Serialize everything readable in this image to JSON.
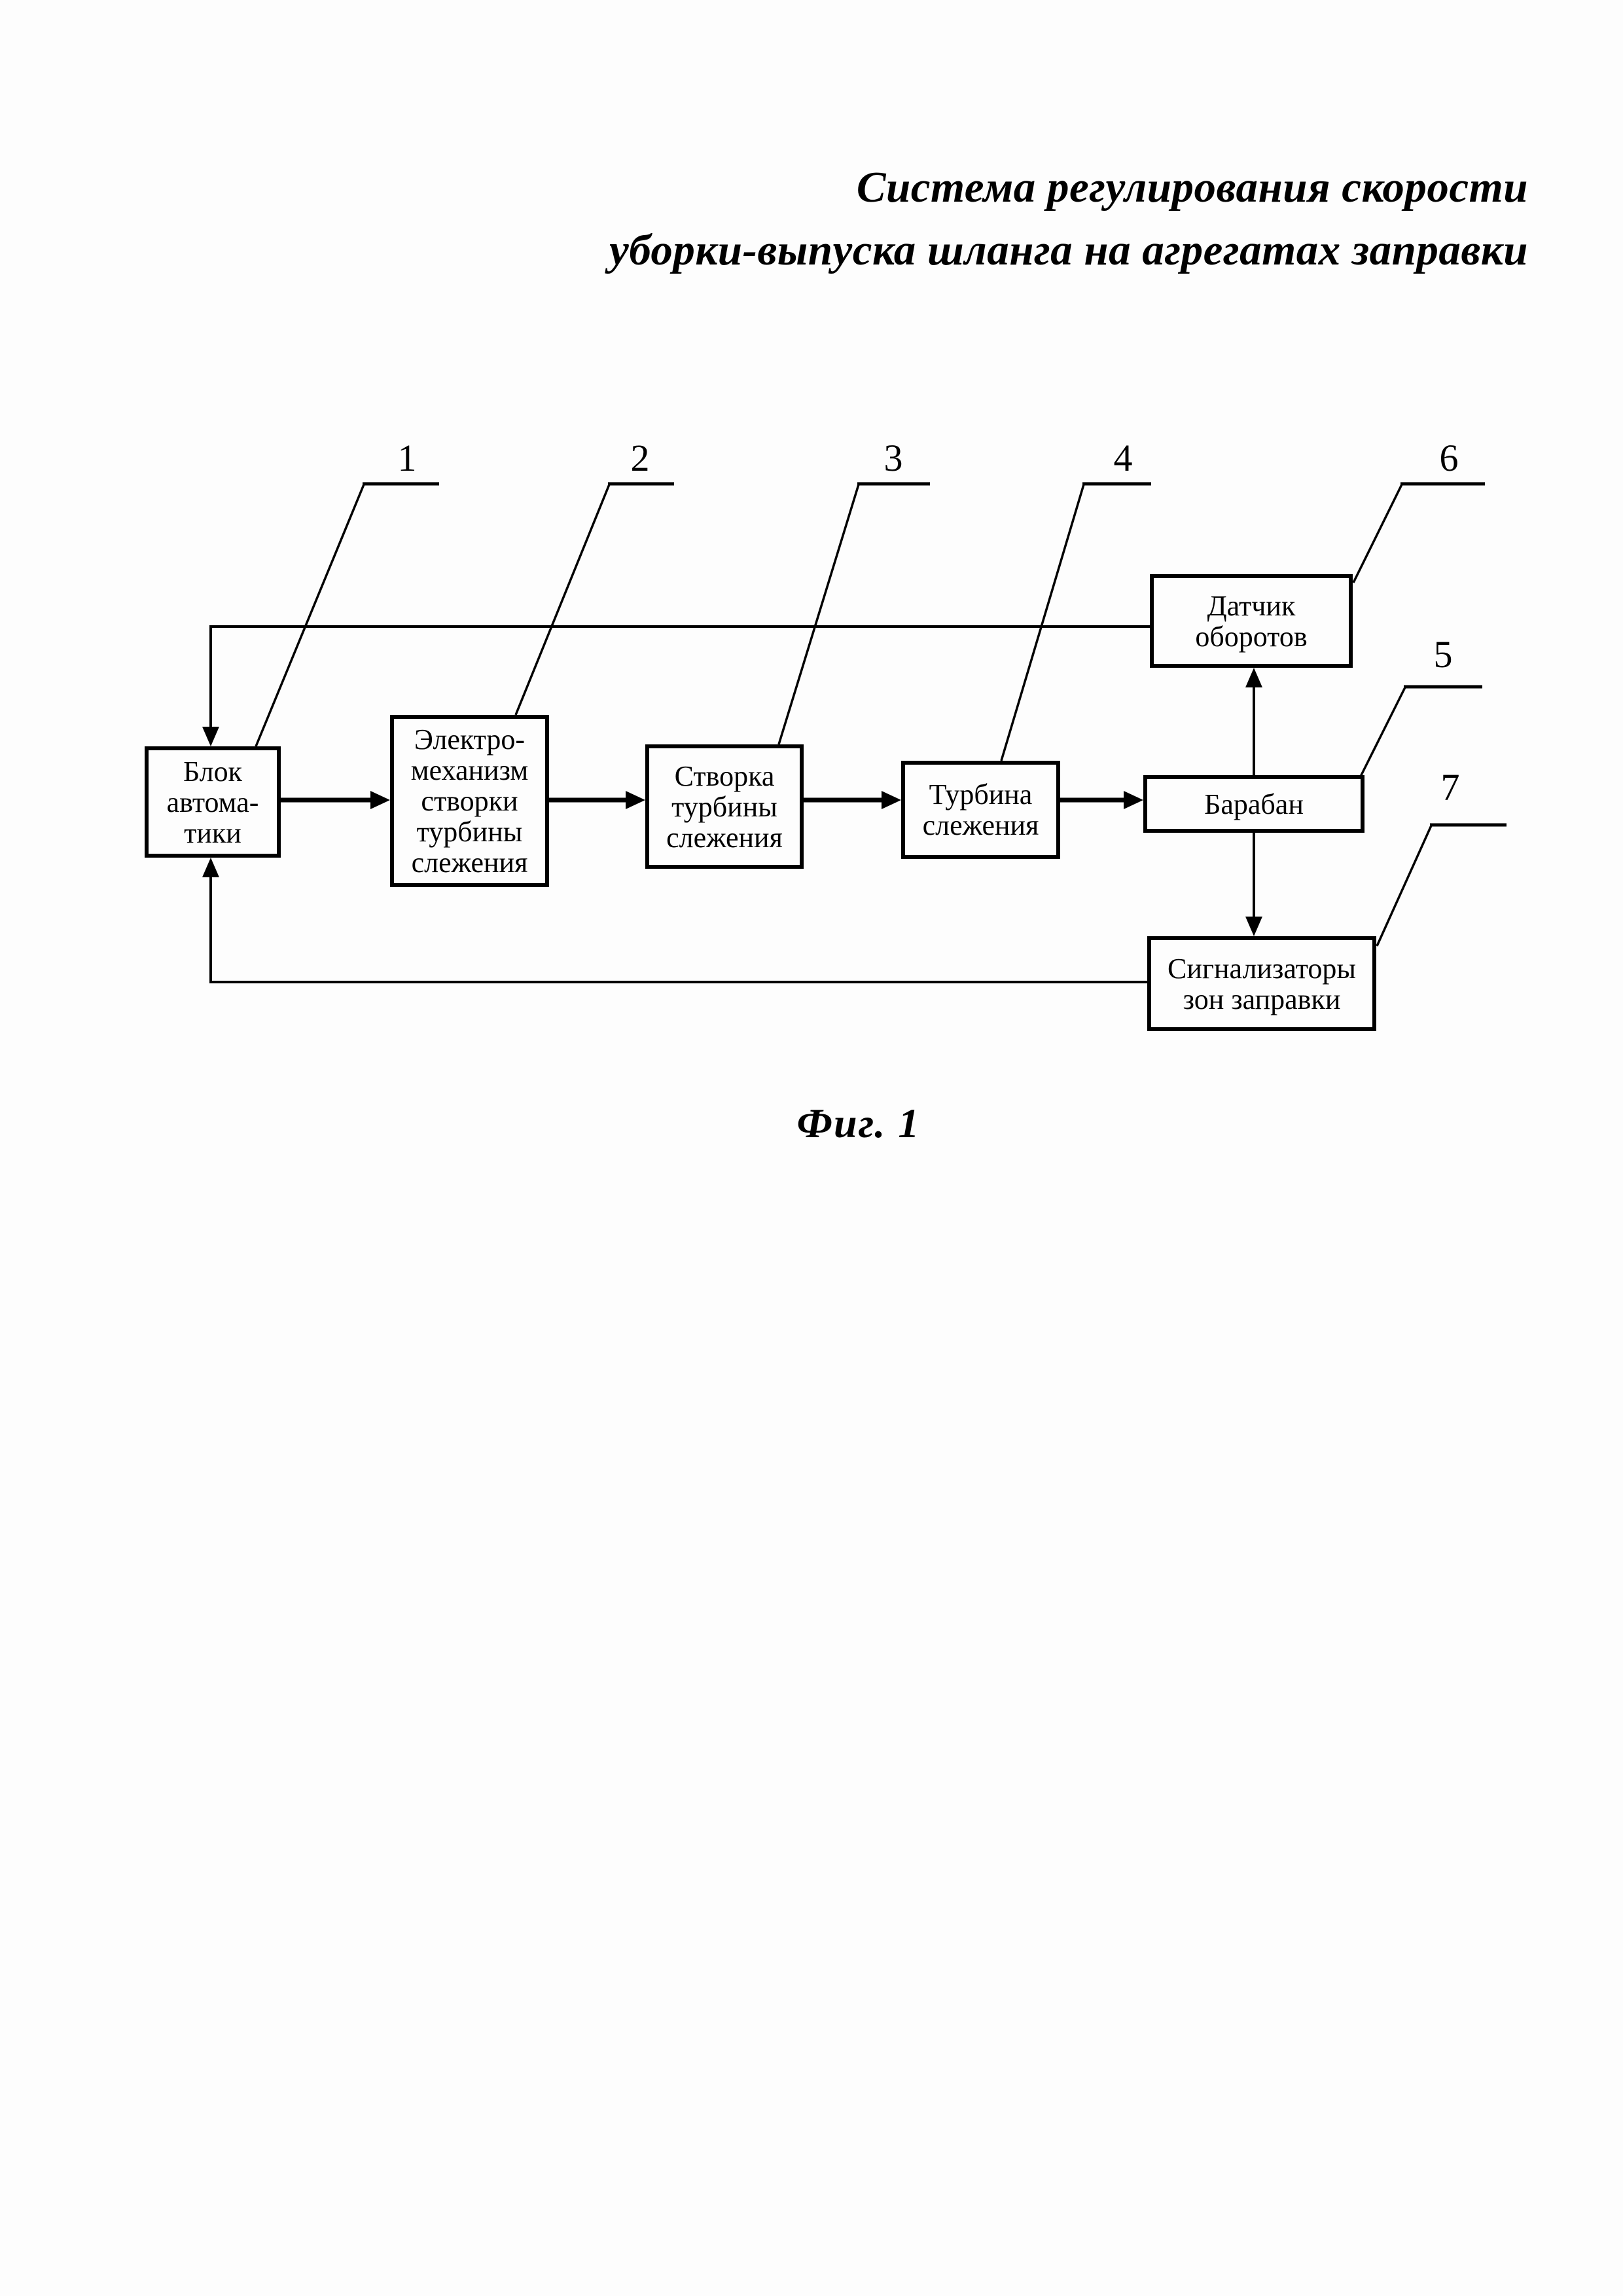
{
  "title": {
    "line1": "Система регулирования скорости",
    "line2": "уборки-выпуска шланга на агрегатах заправки"
  },
  "figure_caption": "Фиг. 1",
  "callouts": {
    "c1": "1",
    "c2": "2",
    "c3": "3",
    "c4": "4",
    "c5": "5",
    "c6": "6",
    "c7": "7"
  },
  "boxes": {
    "automation_unit": {
      "lines": [
        "Блок",
        "автома-",
        "тики"
      ]
    },
    "electromechanism": {
      "lines": [
        "Электро-",
        "механизм",
        "створки",
        "турбины",
        "слежения"
      ]
    },
    "turbine_flap": {
      "lines": [
        "Створка",
        "турбины",
        "слежения"
      ]
    },
    "tracking_turbine": {
      "lines": [
        "Турбина",
        "слежения"
      ]
    },
    "rpm_sensor": {
      "lines": [
        "Датчик",
        "оборотов"
      ]
    },
    "drum": {
      "lines": [
        "Барабан"
      ]
    },
    "fueling_zone_indicators": {
      "lines": [
        "Сигнализаторы",
        "зон заправки"
      ]
    }
  },
  "colors": {
    "ink": "#000000",
    "paper": "#fdfdfd"
  }
}
